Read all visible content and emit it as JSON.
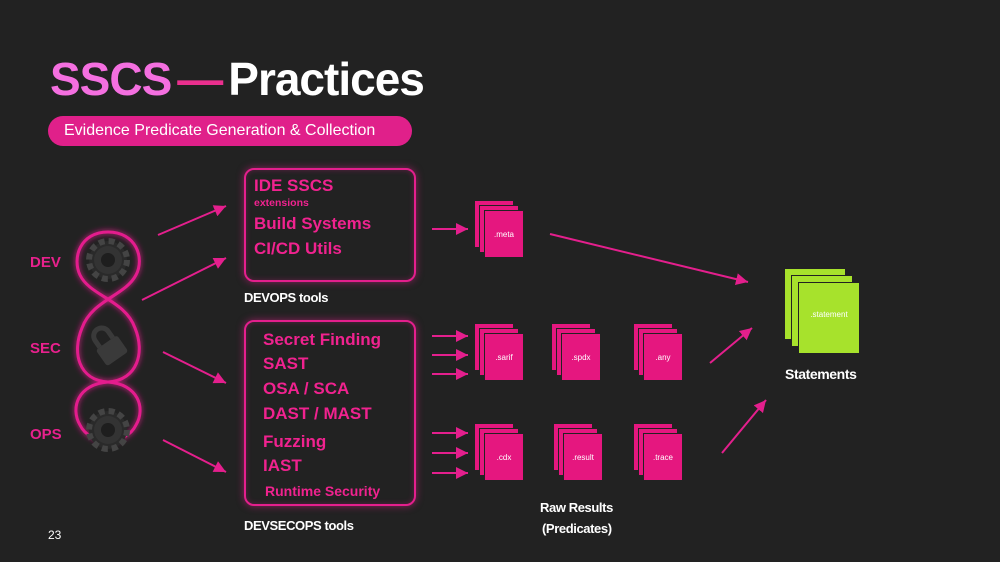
{
  "title": {
    "highlight": "SSCS",
    "dash": "—",
    "rest": "Practices"
  },
  "subtitle": "Evidence Predicate Generation & Collection",
  "phases": [
    "DEV",
    "SEC",
    "OPS"
  ],
  "devops": {
    "items": [
      "IDE SSCS",
      "extensions",
      "Build Systems",
      "CI/CD Utils"
    ],
    "caption": "DEVOPS tools"
  },
  "devsecops": {
    "items": [
      "Secret Finding",
      "SAST",
      "OSA / SCA",
      "DAST / MAST",
      "Fuzzing",
      "IAST",
      "Runtime Security"
    ],
    "caption": "DEVSECOPS  tools"
  },
  "files": {
    "meta": ".meta",
    "sarif": ".sarif",
    "spdx": ".spdx",
    "any": ".any",
    "cdx": ".cdx",
    "result": ".result",
    "trace": ".trace",
    "statement": ".statement"
  },
  "labels": {
    "statements": "Statements",
    "raw_results_1": "Raw Results",
    "raw_results_2": "(Predicates)"
  },
  "page_number": "23",
  "colors": {
    "accent": "#e41f8d",
    "title_pink": "#f46fe0",
    "file_pink": "#e5177f",
    "statement_green": "#a7e22c",
    "background": "#222222"
  },
  "icons": [
    "gear-icon",
    "lock-icon",
    "gear-icon"
  ]
}
